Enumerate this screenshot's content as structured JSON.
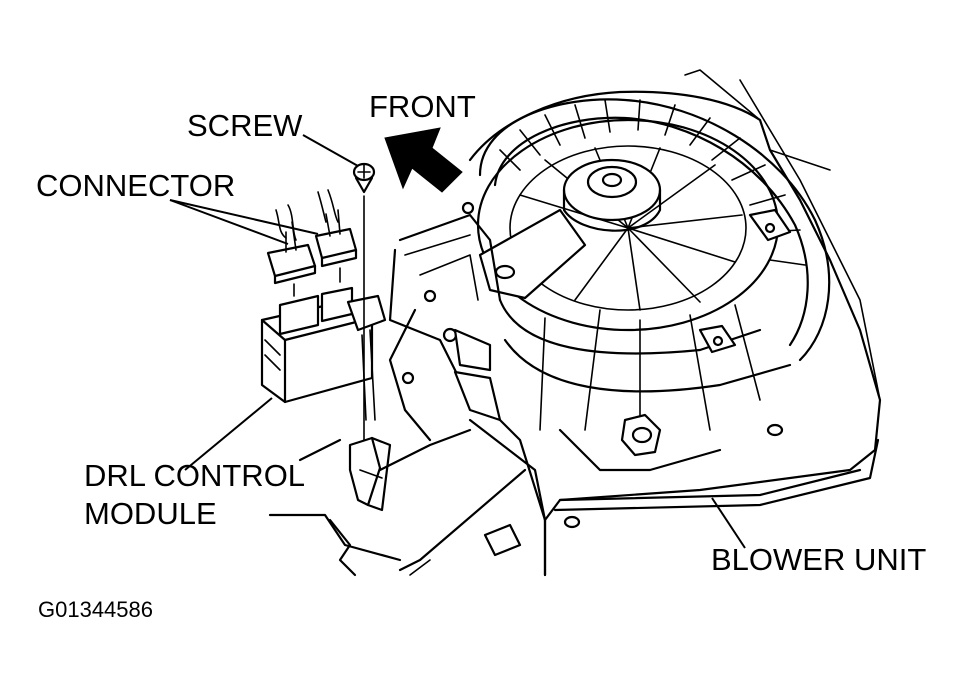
{
  "labels": {
    "screw": "SCREW",
    "front": "FRONT",
    "connector": "CONNECTOR",
    "drl_line1": "DRL CONTROL",
    "drl_line2": "MODULE",
    "blower": "BLOWER UNIT",
    "figure_code": "G01344586"
  },
  "colors": {
    "ink": "#000000",
    "paper": "#ffffff"
  }
}
